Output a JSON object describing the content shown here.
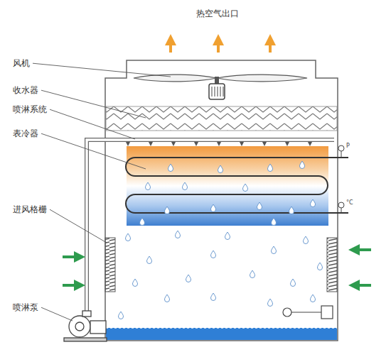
{
  "diagram": {
    "labels": [
      "热空气出口",
      "风机",
      "收水器",
      "喷淋系统",
      "表冷器",
      "P",
      "°C",
      "进风格栅",
      "喷淋泵"
    ]
  }
}
